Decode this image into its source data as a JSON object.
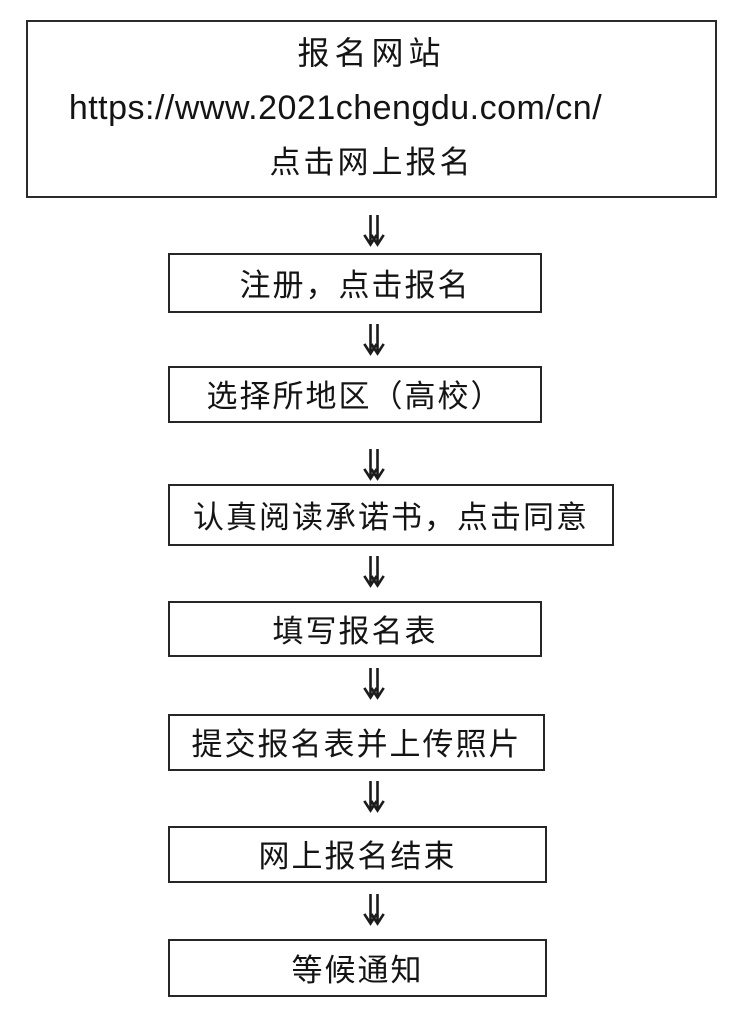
{
  "flowchart": {
    "header_box": {
      "title": "报名网站",
      "url": "https://www.2021chengdu.com/cn/",
      "subtitle": "点击网上报名"
    },
    "steps": [
      "注册，点击报名",
      "选择所地区（高校）",
      "认真阅读承诺书，点击同意",
      "填写报名表",
      "提交报名表并上传照片",
      "网上报名结束",
      "等候通知"
    ],
    "arrow_icon": "double-down-arrow",
    "colors": {
      "border": "#2b2b2b",
      "text": "#141414",
      "background": "#ffffff"
    }
  }
}
